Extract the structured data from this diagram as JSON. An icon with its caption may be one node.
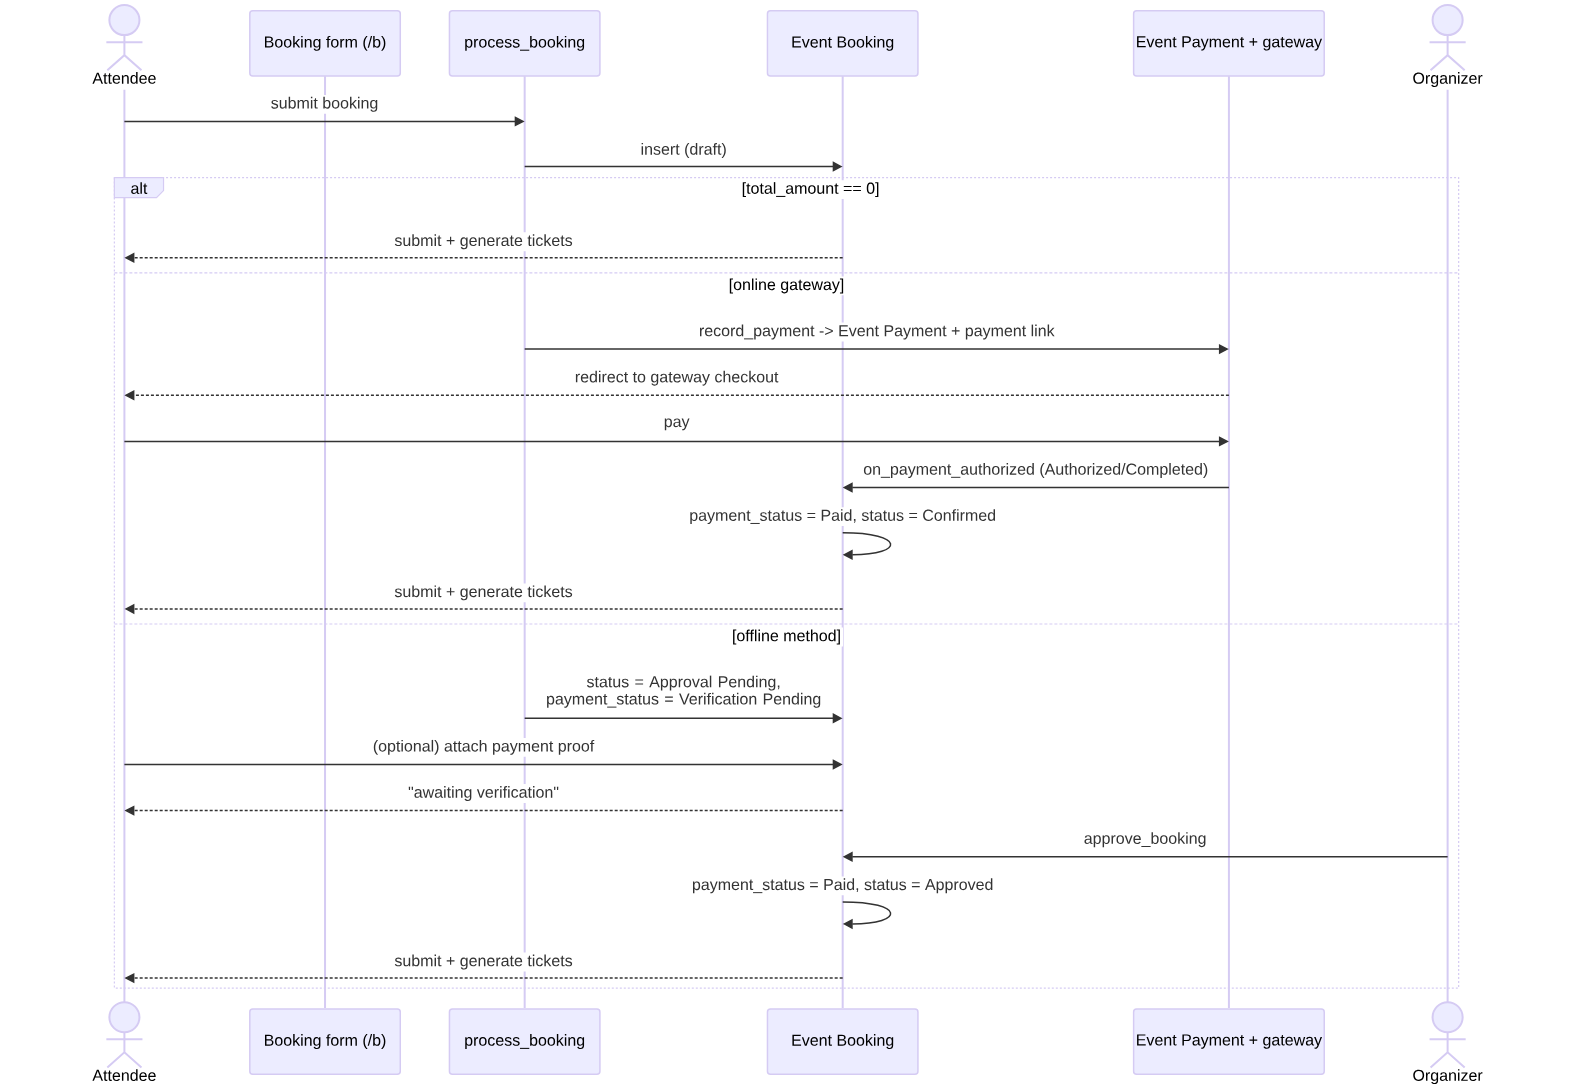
{
  "diagram": {
    "nodes": [
      {
        "text": [
          "Attendee"
        ]
      },
      {
        "text": [
          "Booking form (/b)"
        ]
      },
      {
        "text": [
          "process_booking"
        ]
      },
      {
        "text": [
          "Event Booking"
        ]
      },
      {
        "text": [
          "Event Payment + gateway"
        ]
      },
      {
        "text": [
          "Organizer"
        ]
      },
      {
        "text": [],
        "shape": "line"
      },
      {
        "text": [],
        "shape": "line"
      },
      {
        "text": [],
        "shape": "line"
      },
      {
        "text": [],
        "shape": "line"
      },
      {
        "text": [],
        "shape": "line"
      },
      {
        "text": [],
        "shape": "line"
      },
      {
        "text": [
          "Attendee"
        ]
      },
      {
        "text": [
          "Booking form (/b)"
        ]
      },
      {
        "text": [
          "process_booking"
        ]
      },
      {
        "text": [
          "Event Booking"
        ]
      },
      {
        "text": [
          "Event Payment + gateway"
        ]
      },
      {
        "text": [
          "Organizer"
        ]
      }
    ],
    "edges": [
      {
        "from": 6,
        "to": 8,
        "arrow": "to",
        "label": "submit booking"
      },
      {
        "from": 8,
        "to": 9,
        "arrow": "to",
        "label": "insert (draft)"
      },
      {
        "from": 9,
        "to": 6,
        "arrow": "to",
        "label": "submit + generate tickets",
        "style": "dashed"
      },
      {
        "from": 8,
        "to": 10,
        "arrow": "to",
        "label": "record_payment -> Event Payment + payment link"
      },
      {
        "from": 10,
        "to": 6,
        "arrow": "to",
        "label": "redirect to gateway checkout",
        "style": "dashed"
      },
      {
        "from": 6,
        "to": 10,
        "arrow": "to",
        "label": "pay"
      },
      {
        "from": 10,
        "to": 9,
        "arrow": "to",
        "label": "on_payment_authorized (Authorized/Completed)"
      },
      {
        "from": 9,
        "to": 9,
        "arrow": "to",
        "label": "payment_status = Paid, status = Confirmed"
      },
      {
        "from": 9,
        "to": 6,
        "arrow": "to",
        "label": "submit + generate tickets",
        "style": "dashed"
      },
      {
        "from": 8,
        "to": 9,
        "arrow": "to",
        "label": "status = Approval Pending, payment_status = Verification Pending"
      },
      {
        "from": 6,
        "to": 9,
        "arrow": "to",
        "label": "(optional) attach payment proof"
      },
      {
        "from": 9,
        "to": 6,
        "arrow": "to",
        "label": "\"awaiting verification\"",
        "style": "dashed"
      },
      {
        "from": 11,
        "to": 9,
        "arrow": "to",
        "label": "approve_booking"
      },
      {
        "from": 9,
        "to": 9,
        "arrow": "to",
        "label": "payment_status = Paid, status = Approved"
      },
      {
        "from": 9,
        "to": 6,
        "arrow": "to",
        "label": "submit + generate tickets",
        "style": "dashed"
      }
    ],
    "labels": [
      "alt",
      "[total_amount == 0]",
      "[online gateway]",
      "[offline method]"
    ]
  }
}
